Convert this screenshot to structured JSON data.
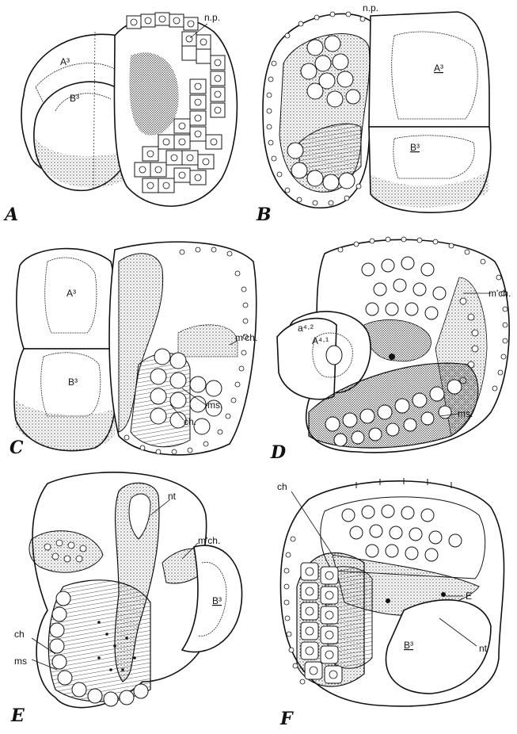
{
  "figure": {
    "panels": [
      {
        "letter": "A",
        "labels": {
          "np": "n.p.",
          "a3": "A³",
          "b3": "B³"
        }
      },
      {
        "letter": "B",
        "labels": {
          "np": "n.p.",
          "a3": "A³",
          "b3": "B³"
        }
      },
      {
        "letter": "C",
        "labels": {
          "a3": "A³",
          "b3": "B³",
          "mch": "m'ch.",
          "ms": "ms.",
          "ch": "ch."
        }
      },
      {
        "letter": "D",
        "labels": {
          "a42": "a⁴·²",
          "a41": "A⁴·¹",
          "mch": "m'ch.",
          "ms": "ms."
        }
      },
      {
        "letter": "E",
        "labels": {
          "nt": "nt",
          "mch": "m'ch.",
          "ch": "ch",
          "ms": "ms",
          "b3": "B³"
        }
      },
      {
        "letter": "F",
        "labels": {
          "ch": "ch",
          "e": "E",
          "b3": "B³",
          "nt": "nt"
        }
      }
    ]
  }
}
